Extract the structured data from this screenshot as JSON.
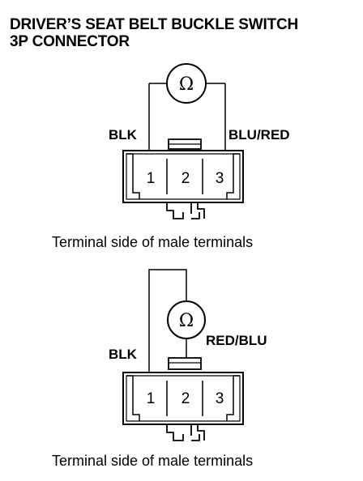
{
  "title": {
    "line1": "DRIVER’S SEAT BELT BUCKLE SWITCH",
    "line2": "3P CONNECTOR"
  },
  "diagram_top": {
    "meter_symbol": "Ω",
    "left_wire_label": "BLK",
    "right_wire_label": "BLU/RED",
    "terminals": [
      "1",
      "2",
      "3"
    ],
    "caption": "Terminal side of male terminals"
  },
  "diagram_bottom": {
    "meter_symbol": "Ω",
    "left_wire_label": "BLK",
    "right_wire_label": "RED/BLU",
    "terminals": [
      "1",
      "2",
      "3"
    ],
    "caption": "Terminal side of male terminals"
  }
}
